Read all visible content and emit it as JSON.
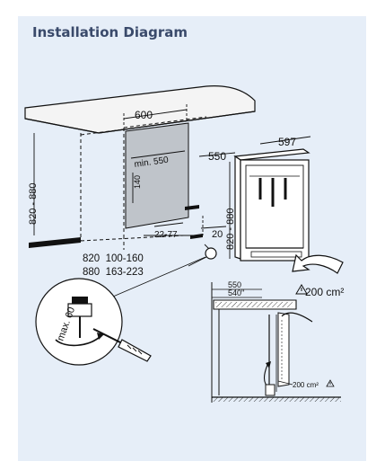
{
  "title": "Installation Diagram",
  "dims": {
    "niche_width": "600",
    "unit_depth": "597",
    "unit_width": "550",
    "min_depth": "min. 550",
    "niche_height": "820 - 880",
    "unit_height": "820 - 880",
    "plinth_140": "140",
    "range_22_77": "22-77",
    "gap_20": "20",
    "height_row_1": "820  100-160",
    "height_row_2": "880  163-223"
  },
  "detail": {
    "width_550": "550",
    "width_540": "540\"",
    "vent_top": "200 cm²",
    "vent_bottom": "200 cm²"
  },
  "foot": {
    "max_label": "max. 60"
  },
  "colors": {
    "background": "#e6eef8",
    "title": "#3a4a6b",
    "recess_shade": "#bfc4ca"
  }
}
